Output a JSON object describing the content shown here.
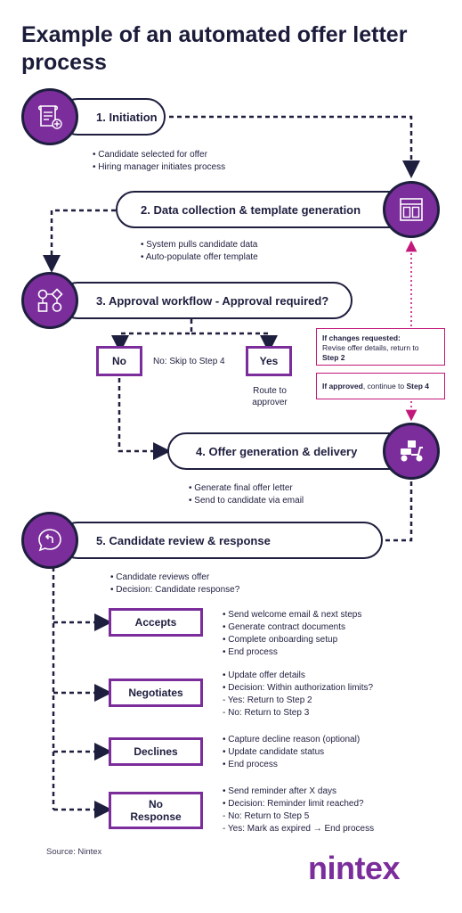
{
  "title": "Example of an automated offer letter process",
  "colors": {
    "accent": "#7b2d9b",
    "navy": "#1e1e3f",
    "magenta": "#c2187a"
  },
  "steps": [
    {
      "label": "1. Initiation",
      "icon": "document-add-icon",
      "bullets": [
        "• Candidate selected for offer",
        "• Hiring manager initiates process"
      ]
    },
    {
      "label": "2. Data collection & template generation",
      "icon": "template-layout-icon",
      "bullets": [
        "• System pulls candidate data",
        "• Auto-populate offer template"
      ]
    },
    {
      "label": "3. Approval workflow - Approval required?",
      "icon": "workflow-shapes-icon",
      "bullets": []
    },
    {
      "label": "4. Offer generation & delivery",
      "icon": "delivery-scooter-icon",
      "bullets": [
        "• Generate final offer letter",
        "• Send to candidate via email"
      ]
    },
    {
      "label": "5. Candidate review & response",
      "icon": "chat-return-icon",
      "bullets": [
        "• Candidate reviews offer",
        "• Decision: Candidate response?"
      ]
    }
  ],
  "approval": {
    "no_label": "No",
    "no_note": "No: Skip to Step 4",
    "yes_label": "Yes",
    "yes_note": "Route to approver",
    "changes_title": "If changes requested:",
    "changes_text": "Revise offer details, return to",
    "changes_step": "Step 2",
    "approved_prefix": "If approved",
    "approved_mid": ", continue to ",
    "approved_step": "Step 4"
  },
  "responses": [
    {
      "label": "Accepts",
      "details": [
        "• Send welcome email & next steps",
        "• Generate contract documents",
        "• Complete onboarding setup",
        "• End process"
      ]
    },
    {
      "label": "Negotiates",
      "details": [
        "• Update offer details",
        "• Decision: Within authorization limits?",
        "- Yes: Return to Step 2",
        "- No: Return to Step 3"
      ]
    },
    {
      "label": "Declines",
      "details": [
        "• Capture decline reason (optional)",
        "• Update candidate status",
        "• End process"
      ]
    },
    {
      "label": "No Response",
      "details": [
        "• Send reminder after X days",
        "• Decision: Reminder limit reached?",
        "- No: Return to Step 5",
        "- Yes: Mark as expired → End process"
      ]
    }
  ],
  "source": "Source: Nintex",
  "brand": "nintex"
}
